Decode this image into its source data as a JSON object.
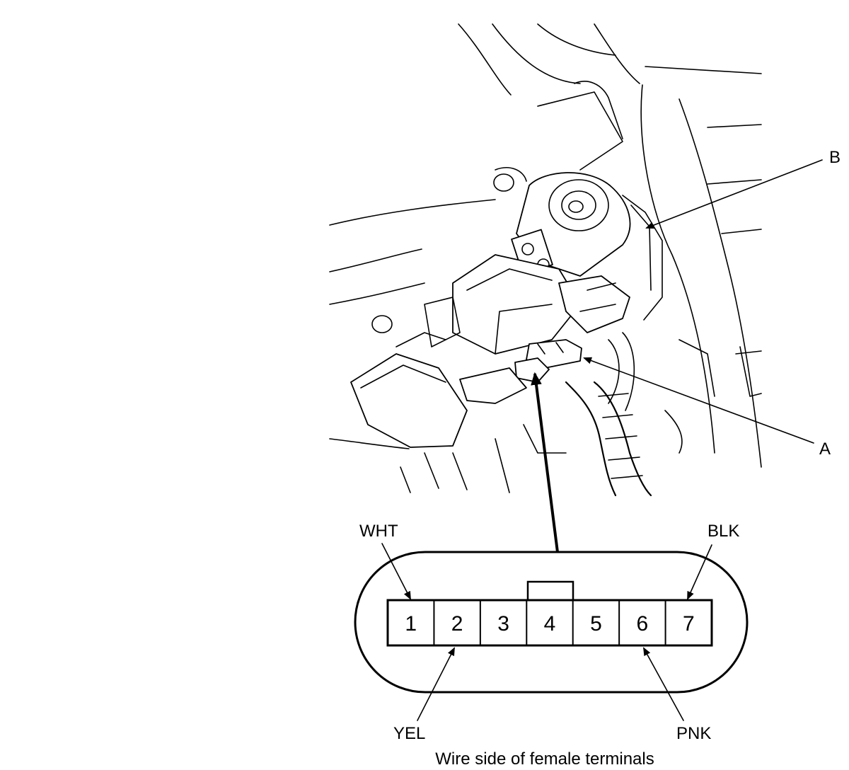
{
  "callouts": {
    "a": "A",
    "b": "B"
  },
  "wires": {
    "wht": "WHT",
    "yel": "YEL",
    "blk": "BLK",
    "pnk": "PNK"
  },
  "terminals": [
    "1",
    "2",
    "3",
    "4",
    "5",
    "6",
    "7"
  ],
  "caption": "Wire side of female terminals"
}
